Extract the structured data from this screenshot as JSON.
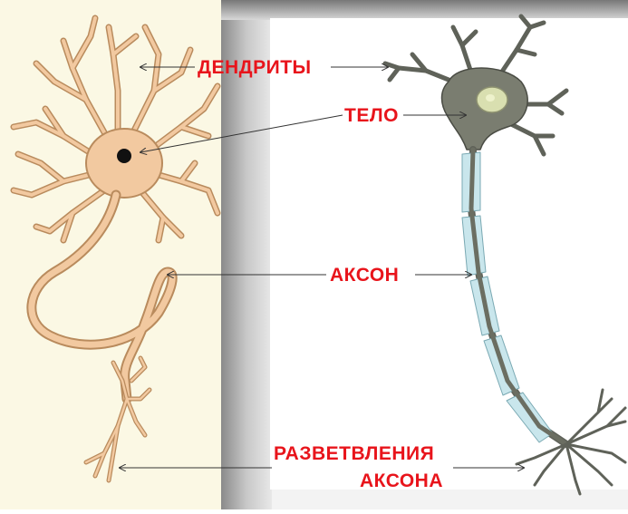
{
  "labels": {
    "dendrites": "ДЕНДРИТЫ",
    "body": "ТЕЛО",
    "axon": "АКСОН",
    "branching_line1": "РАЗВЕТВЛЕНИЯ",
    "branching_line2": "АКСОНА"
  },
  "colors": {
    "label": "#e8141b",
    "left_panel": "#fbf8e4",
    "neuron_left_fill": "#f2c9a0",
    "neuron_left_stroke": "#b98b5d",
    "neuron_right_fill": "#7a7d70",
    "neuron_right_stroke": "#4a4c44",
    "myelin": "#c9e6ec",
    "nucleus_right": "#d9dfb0"
  }
}
